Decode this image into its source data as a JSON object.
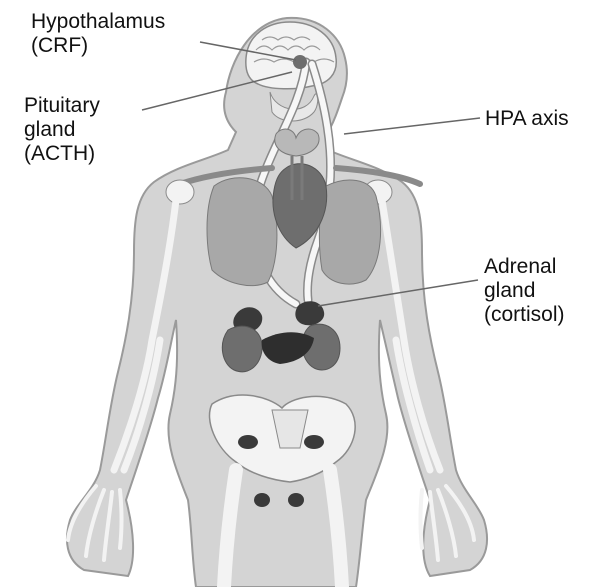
{
  "labels": {
    "hypothalamus": {
      "line1": "Hypothalamus",
      "line2": "(CRF)"
    },
    "pituitary": {
      "line1": "Pituitary",
      "line2": "gland",
      "line3": "(ACTH)"
    },
    "hpa_axis": "HPA axis",
    "adrenal": {
      "line1": "Adrenal",
      "line2": "gland",
      "line3": "(cortisol)"
    }
  },
  "colors": {
    "body_fill": "#d4d4d4",
    "body_outline": "#9a9a9a",
    "bone_fill": "#f3f3f3",
    "bone_outline": "#8a8a8a",
    "organ_fill": "#a8a8a8",
    "organ_dark": "#6e6e6e",
    "gland_dark": "#2e2e2e",
    "leader_line": "#666666",
    "hpa_tube": "#f7f7f7"
  }
}
